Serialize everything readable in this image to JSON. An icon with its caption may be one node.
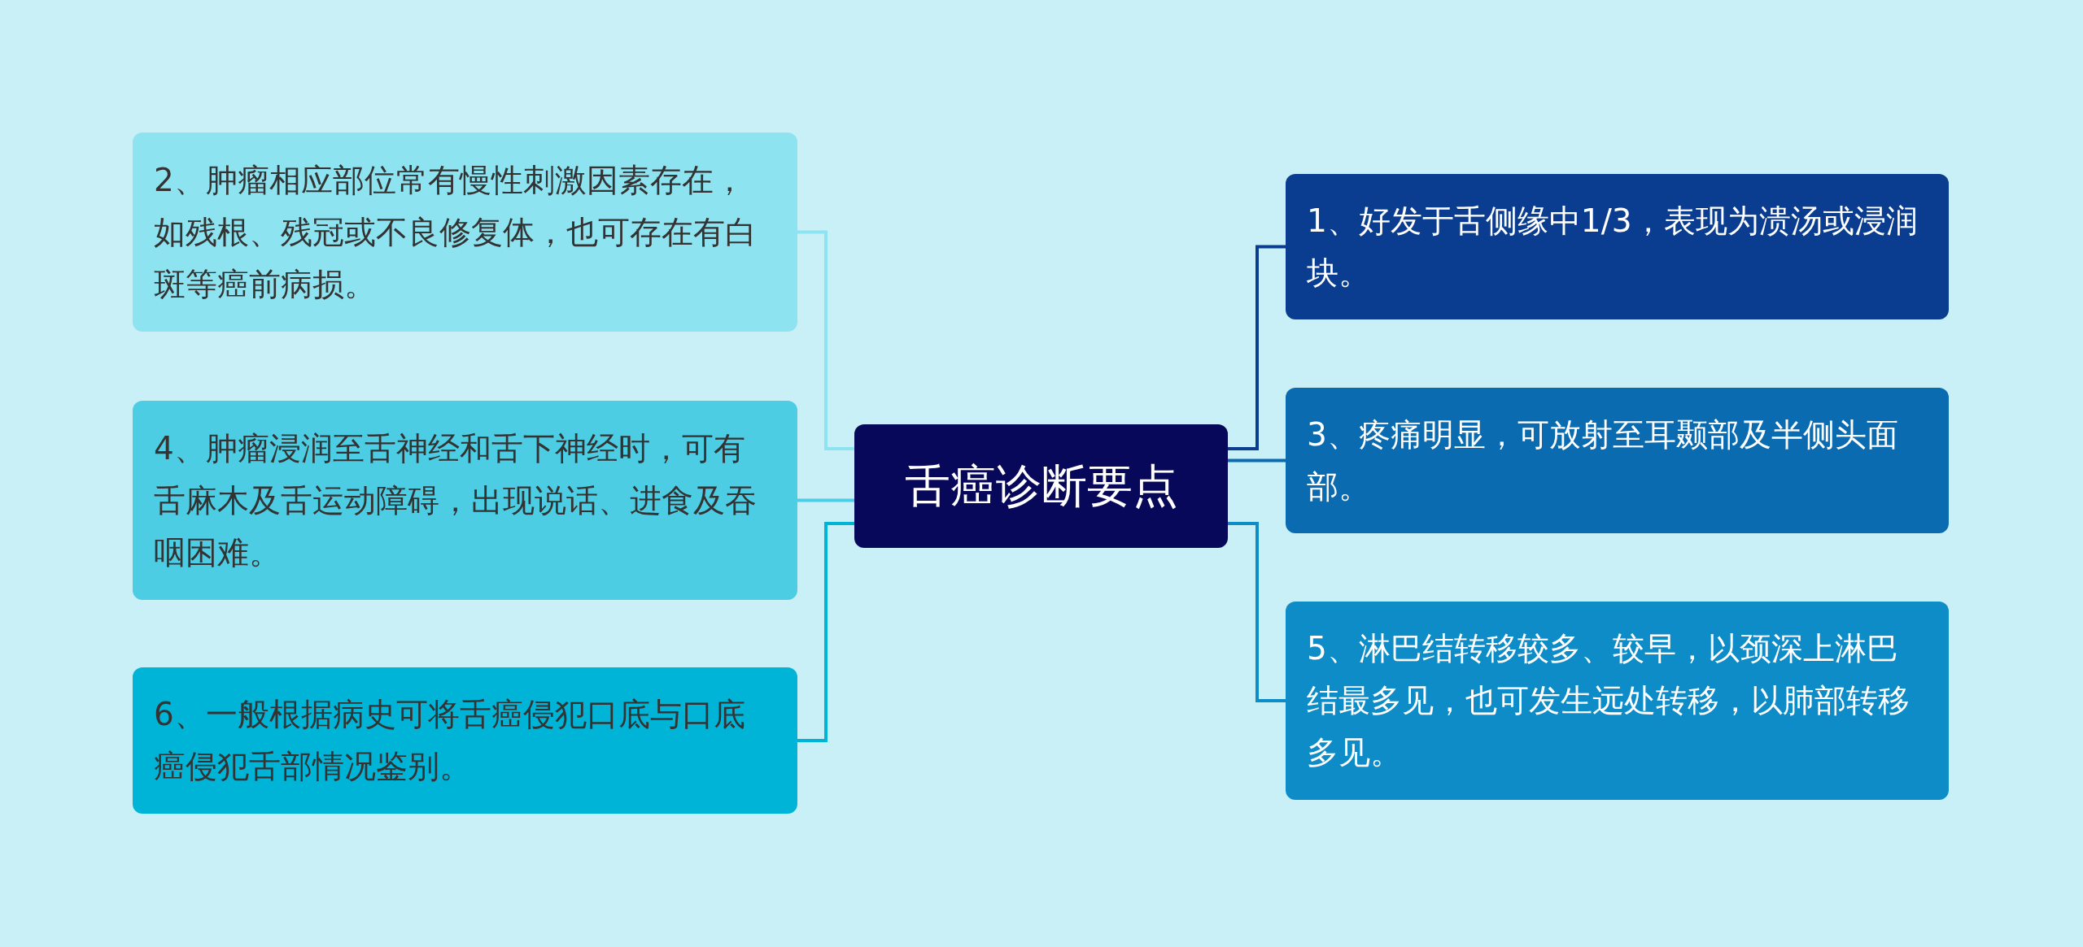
{
  "diagram": {
    "nodes": [
      {
        "text": [
          "舌癌诊断要点"
        ]
      },
      {
        "text": [
          "2、肿瘤相应部位常有慢性刺激因素存在，如残根、残冠或不良修复体，也可存在有白斑等癌前病损。"
        ]
      },
      {
        "text": [
          "4、肿瘤浸润至舌神经和舌下神经时，可有舌麻木及舌运动障碍，出现说话、进食及吞咽困难。"
        ]
      },
      {
        "text": [
          "6、一般根据病史可将舌癌侵犯口底与口底癌侵犯舌部情况鉴别。"
        ]
      },
      {
        "text": [
          "1、好发于舌侧缘中1/3，表现为溃汤或浸润块。"
        ]
      },
      {
        "text": [
          "3、疼痛明显，可放射至耳颞部及半侧头面部。"
        ]
      },
      {
        "text": [
          "5、淋巴结转移较多、较早，以颈深上淋巴结最多见，也可发生远处转移，以肺部转移多见。"
        ]
      }
    ],
    "edges": [
      {
        "from": 0,
        "to": 1,
        "arrow": "none",
        "color": "#8ee3f0"
      },
      {
        "from": 0,
        "to": 2,
        "arrow": "none",
        "color": "#4dcde4"
      },
      {
        "from": 0,
        "to": 3,
        "arrow": "none",
        "color": "#00b4d8"
      },
      {
        "from": 0,
        "to": 4,
        "arrow": "none",
        "color": "#0a3d8f"
      },
      {
        "from": 0,
        "to": 5,
        "arrow": "none",
        "color": "#0a6bb0"
      },
      {
        "from": 0,
        "to": 6,
        "arrow": "none",
        "color": "#0e8cc8"
      }
    ]
  }
}
